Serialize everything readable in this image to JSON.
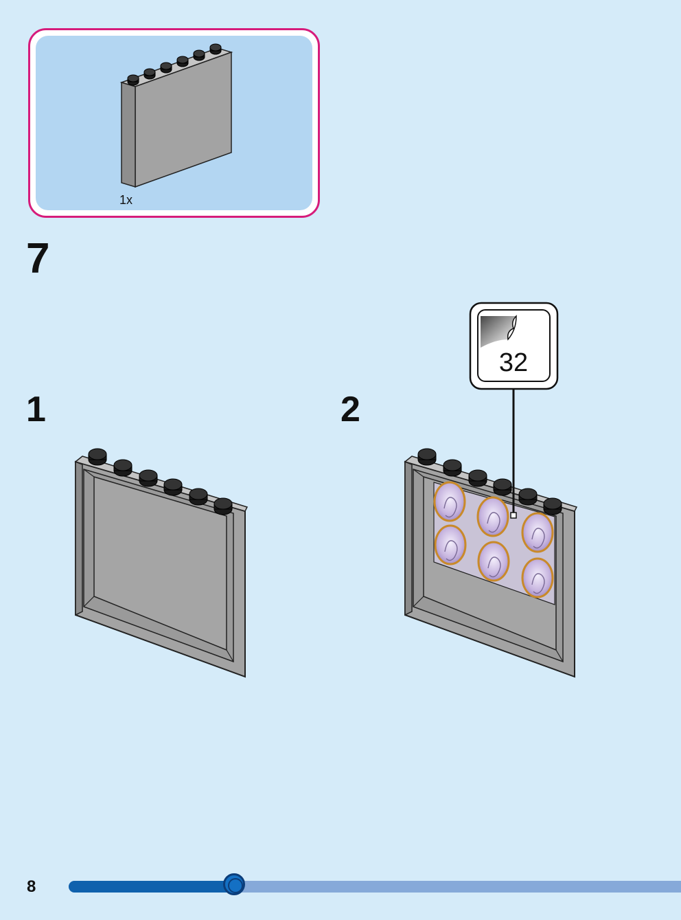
{
  "parts_list": {
    "items": [
      {
        "quantity_label": "1x",
        "part": "panel-1x6x5-icon",
        "color": "#a3a3a3"
      }
    ]
  },
  "step": {
    "number": "7",
    "substeps": [
      {
        "number": "1"
      },
      {
        "number": "2",
        "sticker": {
          "number": "32"
        }
      }
    ]
  },
  "page": {
    "number": "8",
    "progress": 0.27
  },
  "colors": {
    "background": "#d5ebf9",
    "parts_border": "#d61c7b",
    "parts_fill": "#b3d6f2",
    "brick_gray": "#a3a3a3",
    "progress_fill": "#0f61ad",
    "progress_track": "#86a9d9"
  }
}
